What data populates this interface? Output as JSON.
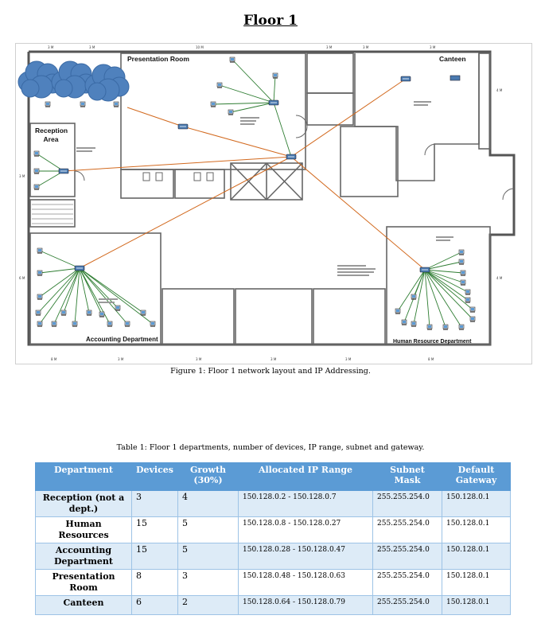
{
  "page": {
    "title": "Floor 1"
  },
  "figure": {
    "caption": "Figure 1: Floor 1 network layout and IP Addressing.",
    "rooms": {
      "presentation": "Presentation Room",
      "canteen": "Canteen",
      "reception": "Reception Area",
      "accounting": "Accounting Department",
      "hr": "Human Resource Department"
    }
  },
  "table": {
    "caption": "Table 1: Floor 1 departments, number of devices, IP range, subnet and gateway.",
    "headers": [
      "Department",
      "Devices",
      "Growth (30%)",
      "Allocated IP Range",
      "Subnet Mask",
      "Default Gateway"
    ],
    "rows": [
      {
        "department": "Reception (not a dept.)",
        "devices": "3",
        "growth": "4",
        "ip_range": "150.128.0.2 - 150.128.0.7",
        "subnet": "255.255.254.0",
        "gateway": "150.128.0.1"
      },
      {
        "department": "Human Resources",
        "devices": "15",
        "growth": "5",
        "ip_range": "150.128.0.8 - 150.128.0.27",
        "subnet": "255.255.254.0",
        "gateway": "150.128.0.1"
      },
      {
        "department": "Accounting Department",
        "devices": "15",
        "growth": "5",
        "ip_range": "150.128.0.28 - 150.128.0.47",
        "subnet": "255.255.254.0",
        "gateway": "150.128.0.1"
      },
      {
        "department": "Presentation Room",
        "devices": "8",
        "growth": "3",
        "ip_range": "150.128.0.48 - 150.128.0.63",
        "subnet": "255.255.254.0",
        "gateway": "150.128.0.1"
      },
      {
        "department": "Canteen",
        "devices": "6",
        "growth": "2",
        "ip_range": "150.128.0.64 - 150.128.0.79",
        "subnet": "255.255.254.0",
        "gateway": "150.128.0.1"
      }
    ]
  }
}
